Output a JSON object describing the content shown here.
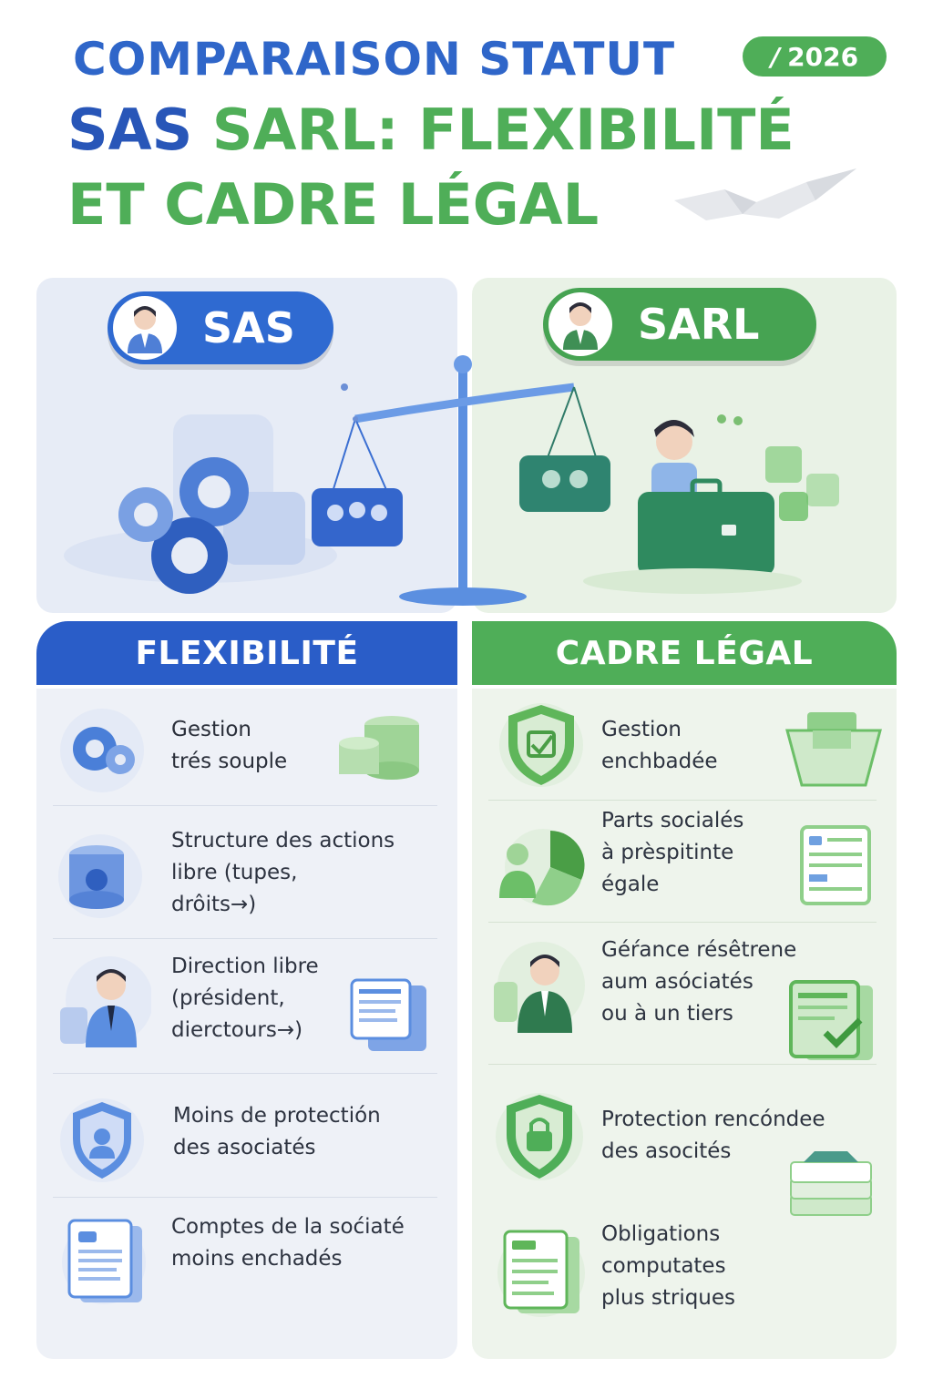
{
  "header": {
    "title_line1": "COMPARAISON STATUT",
    "title_line2_a": "SAS",
    "title_line2_b": "SARL: FLEXIBILITÉ",
    "title_line3": "ET CADRE LÉGAL",
    "year": "2026"
  },
  "panels": {
    "sas_label": "SAS",
    "sarl_label": "SARL"
  },
  "sections": {
    "left_title": "FLEXIBILITÉ",
    "right_title": "CADRE LÉGAL"
  },
  "left_items": [
    {
      "text": "Gestion\ntrés souple",
      "icon": "gears-icon",
      "icon2": "coins-icon"
    },
    {
      "text": "Structure des actions\nlibre (tupes,\ndrôits→)",
      "icon": "coin-stack-icon"
    },
    {
      "text": "Direction libre\n(président,\ndierctours→)",
      "icon": "businessman-icon",
      "icon2": "documents-icon"
    },
    {
      "text": "Moins de protectión\ndes asociatés",
      "icon": "shield-icon"
    },
    {
      "text": "Comptes de la soćiaté\nmoins enchadés",
      "icon": "document-icon"
    }
  ],
  "right_items": [
    {
      "text": "Gestion\nenchbadée",
      "icon": "shield-check-icon",
      "icon2": "box-icon"
    },
    {
      "text": "Parts socialés\nà prèspitinte\négale",
      "icon": "pie-people-icon",
      "icon2": "checklist-icon"
    },
    {
      "text": "Géŕance résêtrene\naum asóciatés\nou à un tiers",
      "icon": "manager-icon",
      "icon2": "clipboard-check-icon"
    },
    {
      "text": "Protection rencóndee\ndes asocités",
      "icon": "shield-lock-icon",
      "icon2": "stack-icon"
    },
    {
      "text": "Obligations\ncomputates\nplus striques",
      "icon": "report-icon"
    }
  ],
  "colors": {
    "blue": "#2a5dc8",
    "green": "#4fae58",
    "panel_blue": "#e7ecf6",
    "panel_green": "#e9f2e6"
  }
}
